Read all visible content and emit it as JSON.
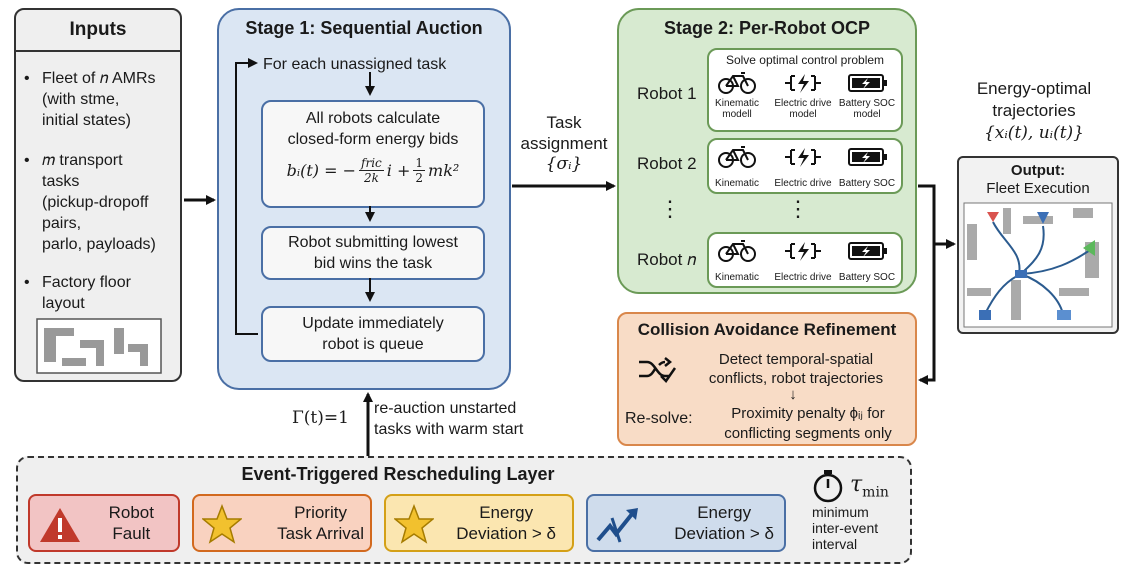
{
  "inputs": {
    "title": "Inputs",
    "items": [
      {
        "bullet": "•",
        "text": "Fleet of 𝑛 AMRs\n(with stme,\ninitial states)"
      },
      {
        "bullet": "•",
        "text": "𝑚 transport\ntasks\n(pickup-dropoff\npairs,\nparlo, payloads)"
      },
      {
        "bullet": "•",
        "text": "Factory floor\nlayout"
      }
    ]
  },
  "stage1": {
    "title": "Stage 1: Sequential Auction",
    "loop_label": "For each unassigned task",
    "bid_box": {
      "line1": "All robots calculate",
      "line2": "closed-form energy bids"
    },
    "formula": {
      "lhs": "bᵢ(t) = −",
      "frac_num": "fric",
      "frac_den": "2k",
      "mid": "i + ",
      "half_num": "1",
      "half_den": "2",
      "tail": "mk²"
    },
    "win_box": {
      "line1": "Robot submitting lowest",
      "line2": "bid wins the task"
    },
    "update_box": {
      "line1": "Update immediately",
      "line2": "robot is queue"
    }
  },
  "assignment": {
    "line1": "Task",
    "line2": "assignment",
    "symbol": "{σᵢ}"
  },
  "stage2": {
    "title": "Stage 2: Per-Robot OCP",
    "solve_label": "Solve optimal control problem",
    "robots": [
      {
        "label": "Robot 1",
        "captions": [
          "Kinematic\nmodell",
          "Electric drive\nmodel",
          "Battery SOC\nmodel"
        ]
      },
      {
        "label": "Robot 2",
        "captions": [
          "Kinematic",
          "Electric drive",
          "Battery SOC"
        ]
      },
      {
        "label": "Robot 𝑛",
        "captions": [
          "Kinematic",
          "Electric drive",
          "Battery SOC"
        ]
      }
    ],
    "ellipsis": "⋮"
  },
  "trajectories": {
    "line1": "Energy-optimal",
    "line2": "trajectories",
    "symbol": "{xᵢ(t), uᵢ(t)}"
  },
  "output": {
    "title": "Output:",
    "subtitle": "Fleet Execution"
  },
  "collision": {
    "title": "Collision Avoidance Refinement",
    "detect1": "Detect temporal-spatial",
    "detect2": "conflicts, robot trajectories",
    "arrow": "↓",
    "resolve_label": "Re-solve:",
    "resolve1": "Proximity penalty ϕᵢⱼ for",
    "resolve2": "conflicting segments only"
  },
  "feedback": {
    "gamma": "Γ(t)=1",
    "line1": "re-auction unstarted",
    "line2": "tasks with warm start"
  },
  "event": {
    "title": "Event-Triggered Rescheduling Layer",
    "triggers": [
      {
        "label": "Robot\nFault",
        "fill": "#f2c4c4",
        "stroke": "#c0392b"
      },
      {
        "label": "Priority\nTask Arrival",
        "fill": "#f9d2c0",
        "stroke": "#d2691e"
      },
      {
        "label": "Energy\nDeviation > δ",
        "fill": "#fbe6b0",
        "stroke": "#d4a017"
      },
      {
        "label": "Energy\nDeviation > δ",
        "fill": "#cfdcec",
        "stroke": "#4a6fa5"
      }
    ],
    "tau": "τ",
    "tau_sub": "min",
    "tau_caption": "minimum\ninter-event\ninterval"
  }
}
